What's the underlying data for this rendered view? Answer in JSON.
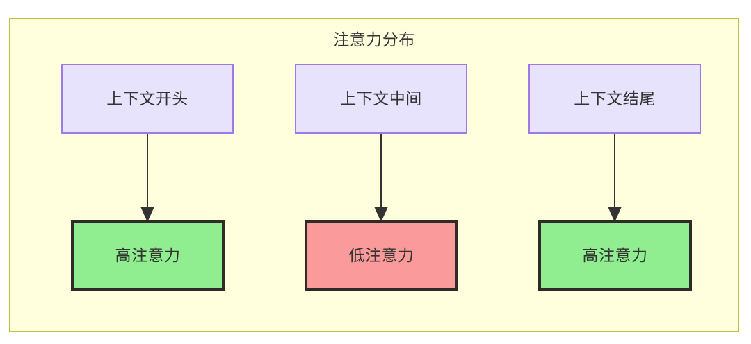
{
  "diagram": {
    "title": "注意力分布",
    "background_color": "#ffffdd",
    "border_color": "#bfbf3f",
    "nodes": {
      "context": [
        {
          "id": "ctx-start",
          "label": "上下文开头",
          "fill": "#e8e3fd",
          "stroke": "#9f79e8"
        },
        {
          "id": "ctx-mid",
          "label": "上下文中间",
          "fill": "#e8e3fd",
          "stroke": "#9f79e8"
        },
        {
          "id": "ctx-end",
          "label": "上下文结尾",
          "fill": "#e8e3fd",
          "stroke": "#9f79e8"
        }
      ],
      "attention": [
        {
          "id": "attn-1",
          "label": "高注意力",
          "fill": "#90ee90",
          "stroke": "#2f2b28"
        },
        {
          "id": "attn-2",
          "label": "低注意力",
          "fill": "#fb9a9a",
          "stroke": "#2f2b28"
        },
        {
          "id": "attn-3",
          "label": "高注意力",
          "fill": "#90ee90",
          "stroke": "#2f2b28"
        }
      ]
    },
    "edges": [
      {
        "from": "ctx-start",
        "to": "attn-1",
        "label": ""
      },
      {
        "from": "ctx-mid",
        "to": "attn-2",
        "label": ""
      },
      {
        "from": "ctx-end",
        "to": "attn-3",
        "label": ""
      }
    ],
    "edge_color": "#333333"
  }
}
